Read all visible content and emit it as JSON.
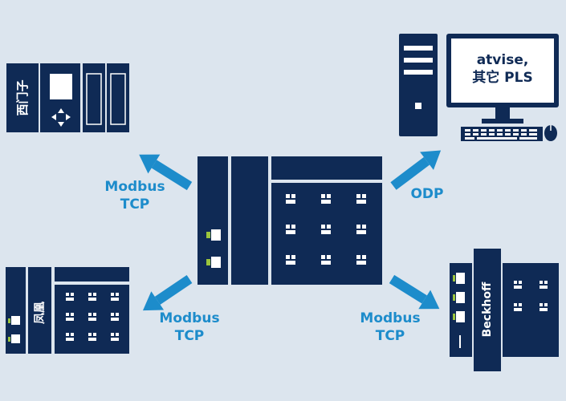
{
  "colors": {
    "background": "#dce5ee",
    "device": "#0f2a55",
    "arrow": "#1d8ccb",
    "label": "#1d8ccb",
    "white": "#ffffff",
    "led": "#9bc53d"
  },
  "devices": {
    "siemens": {
      "label": "西门子"
    },
    "phoenix": {
      "label": "凤凰"
    },
    "beckhoff": {
      "label": "Beckhoff"
    },
    "workstation": {
      "line1": "atvise,",
      "line2": "其它 PLS"
    }
  },
  "connections": {
    "siemens": {
      "line1": "Modbus",
      "line2": "TCP"
    },
    "workstation": {
      "line1": "ODP"
    },
    "phoenix": {
      "line1": "Modbus",
      "line2": "TCP"
    },
    "beckhoff": {
      "line1": "Modbus",
      "line2": "TCP"
    }
  }
}
